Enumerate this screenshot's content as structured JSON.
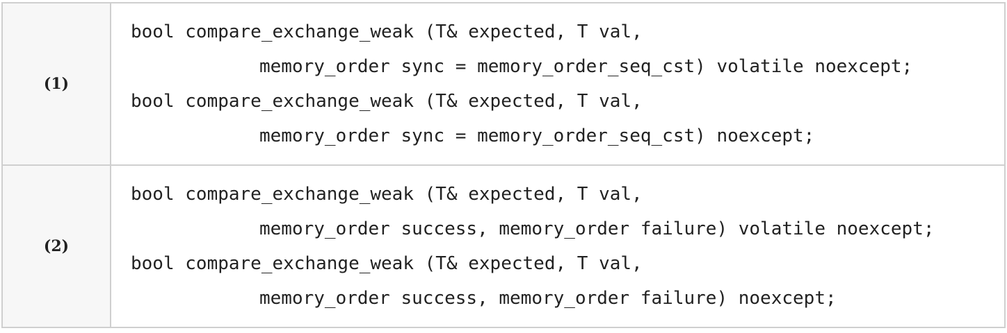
{
  "rows": [
    {
      "label": "(1)",
      "lines": [
        "bool compare_exchange_weak (T& expected, T val,",
        "memory_order sync = memory_order_seq_cst) volatile noexcept;",
        "bool compare_exchange_weak (T& expected, T val,",
        "memory_order sync = memory_order_seq_cst) noexcept;"
      ]
    },
    {
      "label": "(2)",
      "lines": [
        "bool compare_exchange_weak (T& expected, T val,",
        "memory_order success, memory_order failure) volatile noexcept;",
        "bool compare_exchange_weak (T& expected, T val,",
        "memory_order success, memory_order failure) noexcept;"
      ]
    }
  ]
}
